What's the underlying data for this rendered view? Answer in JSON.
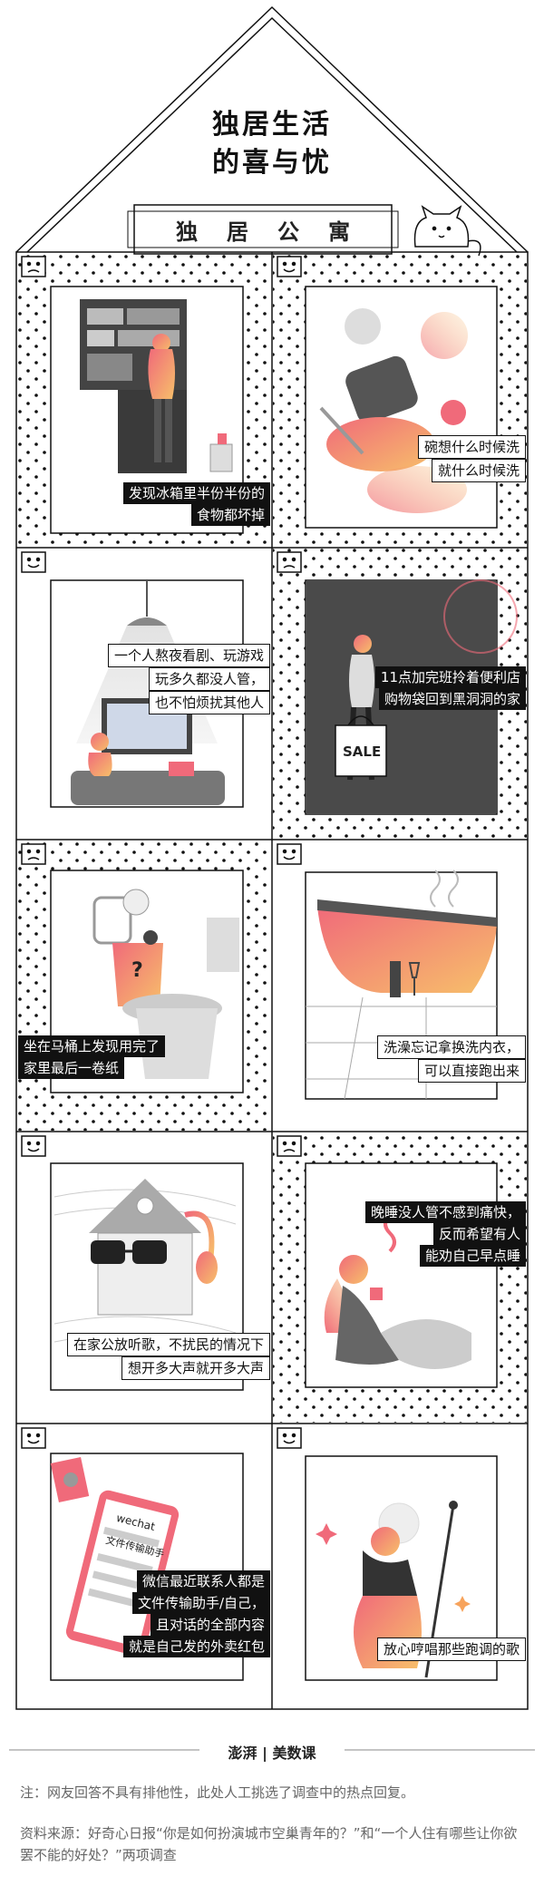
{
  "header": {
    "title_line1": "独居生活",
    "title_line2": "的喜与忧",
    "sign_chars": [
      "独",
      "居",
      "公",
      "寓"
    ]
  },
  "panels": [
    {
      "mood": "sad",
      "caption": [
        "发现冰箱里半份半份的",
        "食物都坏掉"
      ]
    },
    {
      "mood": "happy",
      "caption": [
        "碗想什么时候洗",
        "就什么时候洗"
      ]
    },
    {
      "mood": "happy",
      "caption": [
        "一个人熬夜看剧、玩游戏",
        "玩多久都没人管，",
        "也不怕烦扰其他人"
      ]
    },
    {
      "mood": "sad",
      "caption": [
        "11点加完班拎着便利店",
        "购物袋回到黑洞洞的家"
      ],
      "bag_label": "SALE"
    },
    {
      "mood": "sad",
      "caption": [
        "坐在马桶上发现用完了",
        "家里最后一卷纸"
      ],
      "paper_mark": "?"
    },
    {
      "mood": "happy",
      "caption": [
        "洗澡忘记拿换洗内衣，",
        "可以直接跑出来"
      ]
    },
    {
      "mood": "happy",
      "caption": [
        "在家公放听歌，不扰民的情况下",
        "想开多大声就开多大声"
      ]
    },
    {
      "mood": "sad",
      "caption": [
        "晚睡没人管不感到痛快，",
        "反而希望有人",
        "能劝自己早点睡"
      ]
    },
    {
      "mood": "happy",
      "caption": [
        "微信最近联系人都是",
        "文件传输助手/自己，",
        "且对话的全部内容",
        "就是自己发的外卖红包"
      ],
      "phone_labels": [
        "wechat",
        "文件传输助手"
      ]
    },
    {
      "mood": "happy",
      "caption": [
        "放心哼唱那些跑调的歌"
      ]
    }
  ],
  "footer": {
    "brand": "澎湃 | 美数课",
    "note": "注：网友回答不具有排他性，此处人工挑选了调查中的热点回复。",
    "source": "资料来源：好奇心日报“你是如何扮演城市空巢青年的？”和“一个人住有哪些让你欲罢不能的好处？”两项调查"
  },
  "colors": {
    "accent_pink": "#f06a7a",
    "accent_orange": "#f7a35c",
    "line": "#111111",
    "note_text": "#666666"
  }
}
